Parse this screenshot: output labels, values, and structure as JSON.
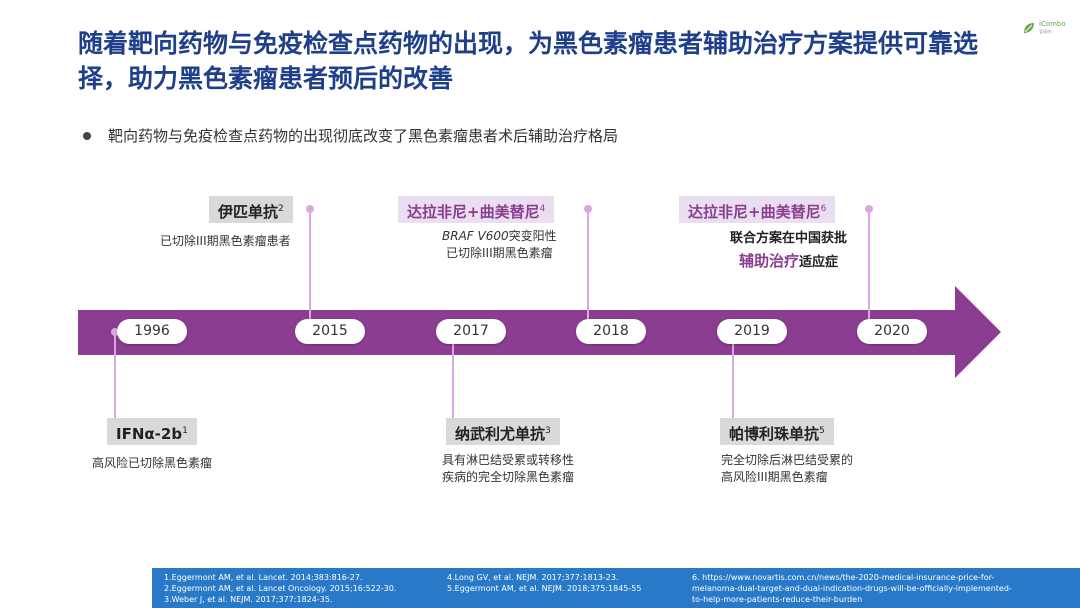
{
  "header": {
    "title": "随着靶向药物与免疫检查点药物的出现，为黑色素瘤患者辅助治疗方案提供可靠选择，助力黑色素瘤患者预后的改善",
    "logo_text": "iCombo",
    "logo_sub": "爱康博"
  },
  "bullet": "靶向药物与免疫检查点药物的出现彻底改变了黑色素瘤患者术后辅助治疗格局",
  "colors": {
    "title": "#1f3f8a",
    "arrow": "#8b3d91",
    "accent": "#8b3d91",
    "footer": "#2979c9",
    "connector": "#d9a8dd"
  },
  "timeline": {
    "years": [
      "1996",
      "2015",
      "2017",
      "2018",
      "2019",
      "2020"
    ],
    "above": [
      {
        "label": "伊匹单抗",
        "ref": "2",
        "desc": [
          "已切除III期黑色素瘤患者"
        ]
      },
      {
        "label": "达拉非尼+曲美替尼",
        "ref": "4",
        "desc_italic": "BRAF V600",
        "desc_after_italic": "突变阳性",
        "desc2": "已切除III期黑色素瘤"
      },
      {
        "label": "达拉非尼+曲美替尼",
        "ref": "6",
        "desc_strong": "联合方案在中国获批",
        "desc_accent": "辅助治疗",
        "desc_tail": "适应症"
      }
    ],
    "below": [
      {
        "label": "IFNα-2b",
        "ref": "1",
        "desc": [
          "高风险已切除黑色素瘤"
        ]
      },
      {
        "label": "纳武利尤单抗",
        "ref": "3",
        "desc": [
          "具有淋巴结受累或转移性",
          "疾病的完全切除黑色素瘤"
        ]
      },
      {
        "label": "帕博利珠单抗",
        "ref": "5",
        "desc": [
          "完全切除后淋巴结受累的",
          "高风险III期黑色素瘤"
        ]
      }
    ]
  },
  "footer": {
    "col1": [
      "1.Eggermont AM, et al. Lancet. 2014;383:816-27.",
      "2.Eggermont AM, et al. Lancet Oncology. 2015;16:522-30.",
      "3.Weber J, et al. NEJM. 2017;377:1824-35."
    ],
    "col2": [
      "4.Long GV, et al. NEJM. 2017;377:1813-23.",
      "5.Eggermont AM, et al. NEJM. 2018;375:1845-55"
    ],
    "col3": [
      "6. https://www.novartis.com.cn/news/the-2020-medical-insurance-price-for-",
      "melanoma-dual-target-and-dual-indication-drugs-will-be-officially-implemented-",
      "to-help-more-patients-reduce-their-burden"
    ]
  }
}
